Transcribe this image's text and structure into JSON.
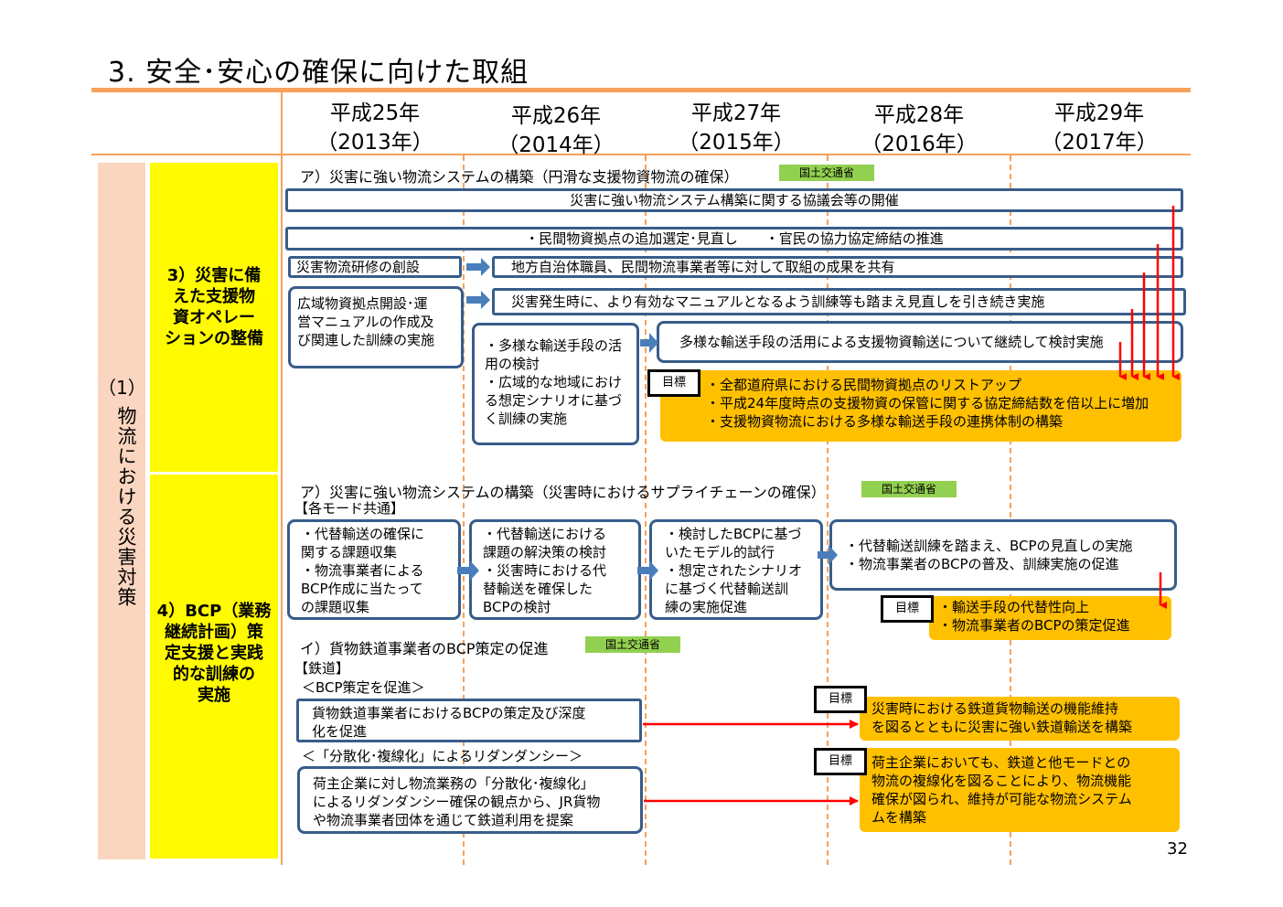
{
  "page": {
    "title": "3. 安全･安心の確保に向けた取組",
    "page_number": "32"
  },
  "header": {
    "years": [
      {
        "year": "平成25年",
        "western": "（2013年）"
      },
      {
        "year": "平成26年",
        "western": "（2014年）"
      },
      {
        "year": "平成27年",
        "western": "（2015年）"
      },
      {
        "year": "平成28年",
        "western": "（2016年）"
      },
      {
        "year": "平成29年",
        "western": "（2017年）"
      }
    ]
  },
  "category": {
    "number": "（1）",
    "name": "物流における災害対策"
  },
  "row3": {
    "label": [
      "3）災害に備",
      "えた支援物",
      "資オペレー",
      "ションの整備"
    ],
    "section_title": "ア）災害に強い物流システムの構築（円滑な支援物資物流の確保）",
    "ministry": "国土交通省",
    "bar1": "災害に強い物流システム構築に関する協議会等の開催",
    "bar2": "・民間物資拠点の追加選定･見直し　　・官民の協力協定締結の推進",
    "training_start": "災害物流研修の創設",
    "training_share": "地方自治体職員、民間物流事業者等に対して取組の成果を共有",
    "manual_box": [
      "広域物資拠点開設･運",
      "営マニュアルの作成及",
      "び関連した訓練の実施"
    ],
    "exercise_continue": "災害発生時に、より有効なマニュアルとなるよう訓練等も踏まえ見直しを引き続き実施",
    "transport_box": [
      "・多様な輸送手段の活",
      "用の検討",
      "・広域的な地域におけ",
      "る想定シナリオに基づ",
      "く訓練の実施"
    ],
    "transport_continue": "多様な輸送手段の活用による支援物資輸送について継続して検討実施",
    "target_label": "目標",
    "goals": [
      "・全都道府県における民間物資拠点のリストアップ",
      "・平成24年度時点の支援物資の保管に関する協定締結数を倍以上に増加",
      "・支援物資物流における多様な輸送手段の連携体制の構築"
    ]
  },
  "row4": {
    "label": [
      "4）BCP（業務",
      "継続計画）策",
      "定支援と実践",
      "的な訓練の",
      "実施"
    ],
    "section_title": "ア）災害に強い物流システムの構築（災害時におけるサプライチェーンの確保）",
    "ministry": "国土交通省",
    "common": "【各モード共通】",
    "steps": [
      [
        "・代替輸送の確保に",
        "関する課題収集",
        "・物流事業者による",
        "BCP作成に当たって",
        "の課題収集"
      ],
      [
        "・代替輸送における",
        "課題の解決策の検討",
        "・災害時における代",
        "替輸送を確保した",
        "BCPの検討"
      ],
      [
        "・検討したBCPに基づ",
        "いたモデル的試行",
        "・想定されたシナリオ",
        "に基づく代替輸送訓",
        "練の実施促進"
      ],
      [
        "・代替輸送訓練を踏まえ、BCPの見直しの実施",
        "・物流事業者のBCPの普及、訓練実施の促進"
      ]
    ],
    "target_label": "目標",
    "goals": [
      "・輸送手段の代替性向上",
      "・物流事業者のBCPの策定促進"
    ],
    "rail_title": "イ）貨物鉄道事業者のBCP策定の促進",
    "rail_ministry": "国土交通省",
    "rail_heading": "【鉄道】",
    "rail_sub1": "＜BCP策定を促進＞",
    "rail_box1": [
      "貨物鉄道事業者におけるBCPの策定及び深度",
      "化を促進"
    ],
    "rail_target1": "目標",
    "rail_goal1": [
      "災害時における鉄道貨物輸送の機能維持",
      "を図るとともに災害に強い鉄道輸送を構築"
    ],
    "rail_sub2": "＜「分散化･複線化」によるリダンダンシー＞",
    "rail_box2": [
      "荷主企業に対し物流業務の「分散化･複線化」",
      "によるリダンダンシー確保の観点から、JR貨物",
      "や物流事業者団体を通じて鉄道利用を提案"
    ],
    "rail_target2": "目標",
    "rail_goal2": [
      "荷主企業においても、鉄道と他モードとの",
      "物流の複線化を図ることにより、物流機能",
      "確保が図られ、維持が可能な物流システム",
      "ムを構築"
    ]
  },
  "colors": {
    "rule": "#f7a15c",
    "box_border": "#385d8a",
    "arrow_blue": "#4a7ebb",
    "arrow_red": "#ff0000",
    "goal_fill": "#ffc000",
    "label_fill": "#fffa00",
    "category_fill": "#fad5bf",
    "ministry_fill": "#92d050"
  }
}
